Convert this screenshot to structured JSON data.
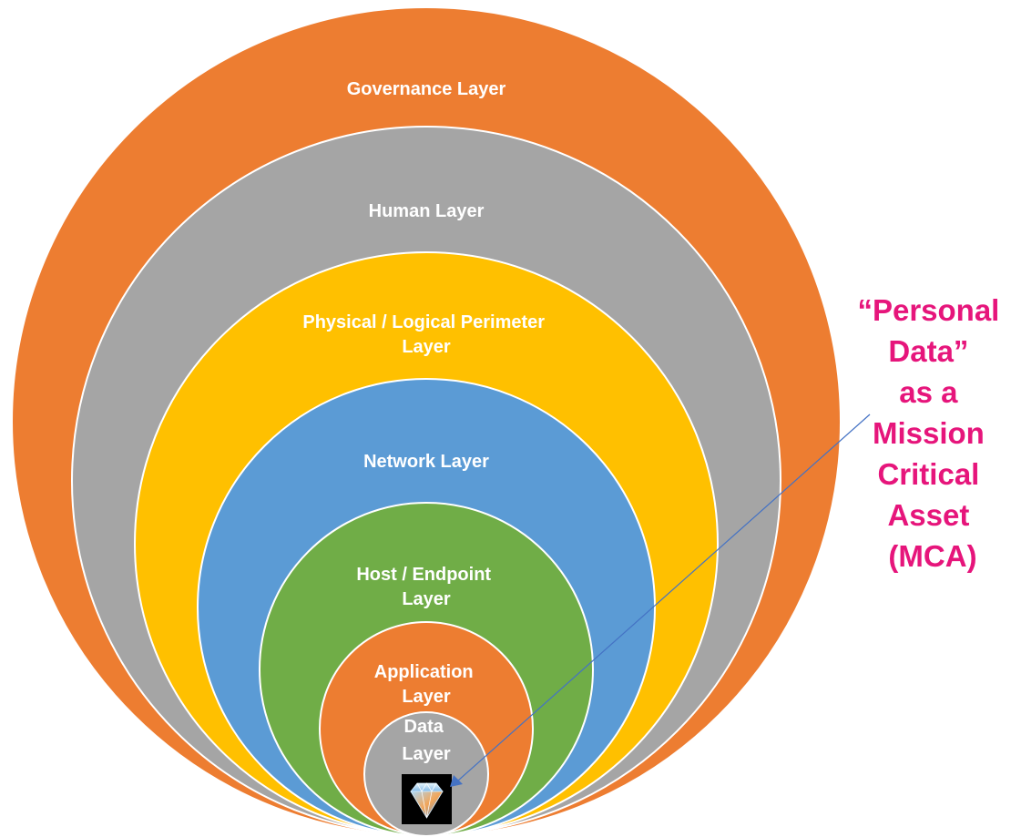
{
  "layers": [
    {
      "id": "governance",
      "lines": [
        "Governance Layer"
      ],
      "color": "#ed7d31"
    },
    {
      "id": "human",
      "lines": [
        "Human Layer"
      ],
      "color": "#a5a5a5"
    },
    {
      "id": "perimeter",
      "lines": [
        "Physical / Logical Perimeter",
        "Layer"
      ],
      "color": "#ffc000"
    },
    {
      "id": "network",
      "lines": [
        "Network Layer"
      ],
      "color": "#5b9bd5"
    },
    {
      "id": "host",
      "lines": [
        "Host / Endpoint",
        "Layer"
      ],
      "color": "#70ad47"
    },
    {
      "id": "application",
      "lines": [
        "Application",
        "Layer"
      ],
      "color": "#ed7d31"
    },
    {
      "id": "data",
      "lines": [
        "Data",
        "Layer"
      ],
      "color": "#a5a5a5"
    }
  ],
  "callout": {
    "lines": [
      "“Personal",
      "Data”",
      "as a",
      "Mission",
      "Critical",
      "Asset",
      "(MCA)"
    ],
    "color": "#e6157b",
    "arrow_color": "#4472c4"
  },
  "asset_icon": "diamond-icon"
}
